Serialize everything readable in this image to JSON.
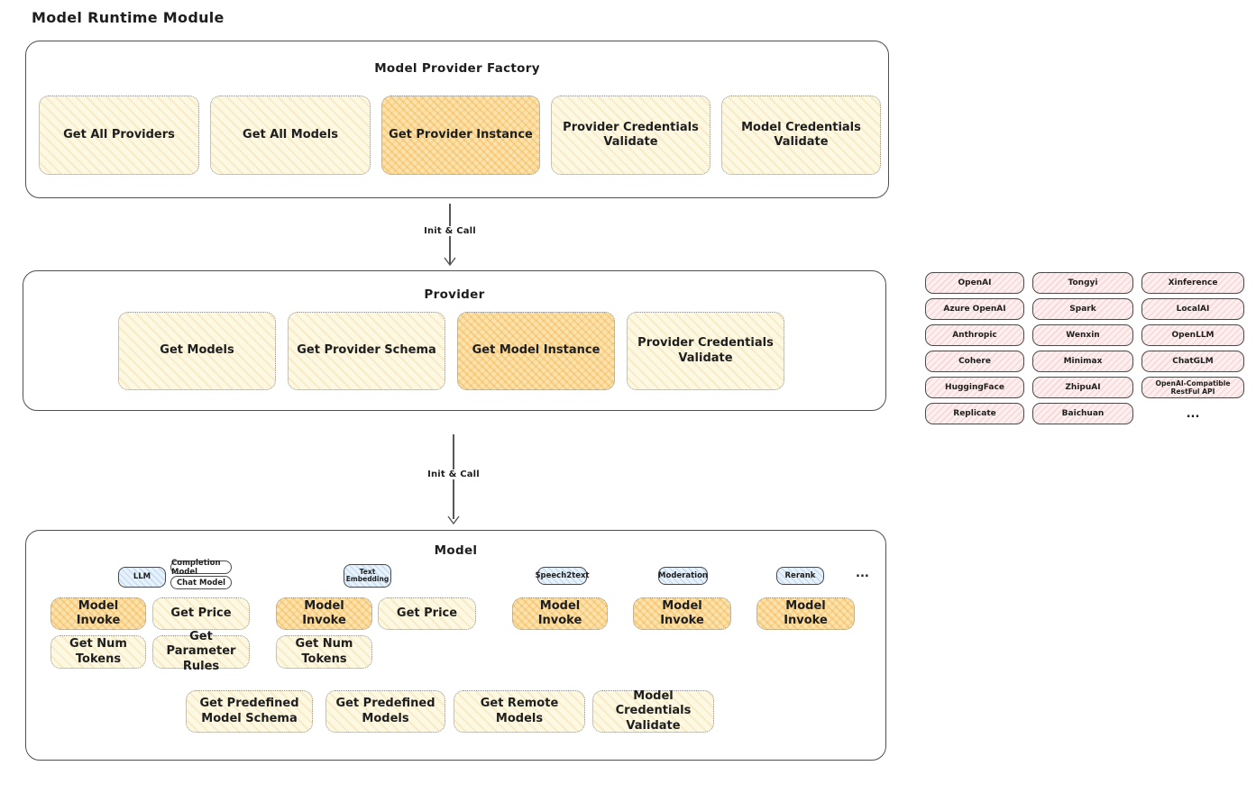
{
  "page": {
    "title": "Model Runtime Module"
  },
  "factory": {
    "title": "Model Provider Factory",
    "buttons": [
      {
        "label": "Get All Providers",
        "highlighted": false
      },
      {
        "label": "Get All Models",
        "highlighted": false
      },
      {
        "label": "Get Provider Instance",
        "highlighted": true
      },
      {
        "label": "Provider Credentials Validate",
        "highlighted": false
      },
      {
        "label": "Model Credentials Validate",
        "highlighted": false
      }
    ]
  },
  "arrows": [
    {
      "label": "Init & Call"
    },
    {
      "label": "Init & Call"
    }
  ],
  "provider": {
    "title": "Provider",
    "buttons": [
      {
        "label": "Get Models",
        "highlighted": false
      },
      {
        "label": "Get Provider Schema",
        "highlighted": false
      },
      {
        "label": "Get Model Instance",
        "highlighted": true
      },
      {
        "label": "Provider Credentials Validate",
        "highlighted": false
      }
    ]
  },
  "providers_panel": {
    "columns": [
      [
        "OpenAI",
        "Azure OpenAI",
        "Anthropic",
        "Cohere",
        "HuggingFace",
        "Replicate"
      ],
      [
        "Tongyi",
        "Spark",
        "Wenxin",
        "Minimax",
        "ZhipuAI",
        "Baichuan"
      ],
      [
        "Xinference",
        "LocalAI",
        "OpenLLM",
        "ChatGLM",
        "OpenAI-Compatible RestFul API"
      ]
    ],
    "more": "..."
  },
  "model": {
    "title": "Model",
    "groups": [
      {
        "pill": "LLM",
        "sub_pills": [
          "Completion Model",
          "Chat Model"
        ],
        "buttons": [
          {
            "label": "Model Invoke",
            "highlighted": true
          },
          {
            "label": "Get Price",
            "highlighted": false
          },
          {
            "label": "Get Num Tokens",
            "highlighted": false
          },
          {
            "label": "Get Parameter Rules",
            "highlighted": false
          }
        ]
      },
      {
        "pill": "Text Embedding",
        "buttons": [
          {
            "label": "Model Invoke",
            "highlighted": true
          },
          {
            "label": "Get Price",
            "highlighted": false
          },
          {
            "label": "Get Num Tokens",
            "highlighted": false
          }
        ]
      },
      {
        "pill": "Speech2text",
        "buttons": [
          {
            "label": "Model Invoke",
            "highlighted": true
          }
        ]
      },
      {
        "pill": "Moderation",
        "buttons": [
          {
            "label": "Model Invoke",
            "highlighted": true
          }
        ]
      },
      {
        "pill": "Rerank",
        "buttons": [
          {
            "label": "Model Invoke",
            "highlighted": true
          }
        ]
      }
    ],
    "more": "...",
    "bottom_buttons": [
      {
        "label": "Get Predefined Model Schema"
      },
      {
        "label": "Get Predefined Models"
      },
      {
        "label": "Get Remote Models"
      },
      {
        "label": "Model Credentials Validate"
      }
    ]
  },
  "colors": {
    "highlight_fill": "#f6c36c",
    "action_fill": "#fdf8e2",
    "category_fill": "#e7f2fc",
    "provider_chip_fill": "#fdefef",
    "outline": "#4f4f4f"
  }
}
